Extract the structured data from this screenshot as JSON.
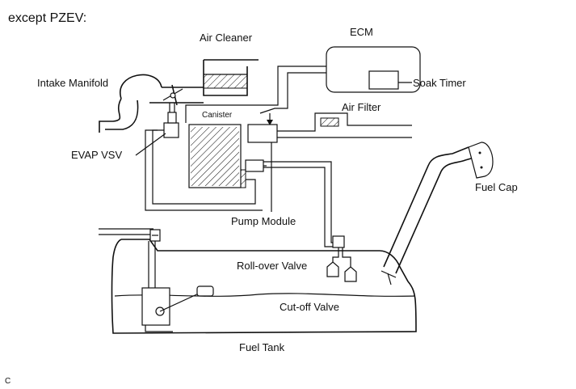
{
  "header": "except PZEV:",
  "footer_code": "C",
  "labels": {
    "air_cleaner": "Air Cleaner",
    "ecm": "ECM",
    "soak_timer": "Soak Timer",
    "intake_manifold": "Intake Manifold",
    "canister": "Canister",
    "air_filter": "Air Filter",
    "evap_vsv": "EVAP VSV",
    "fuel_cap": "Fuel Cap",
    "pump_module": "Pump Module",
    "rollover_valve": "Roll-over Valve",
    "cutoff_valve": "Cut-off Valve",
    "fuel_tank": "Fuel Tank"
  }
}
